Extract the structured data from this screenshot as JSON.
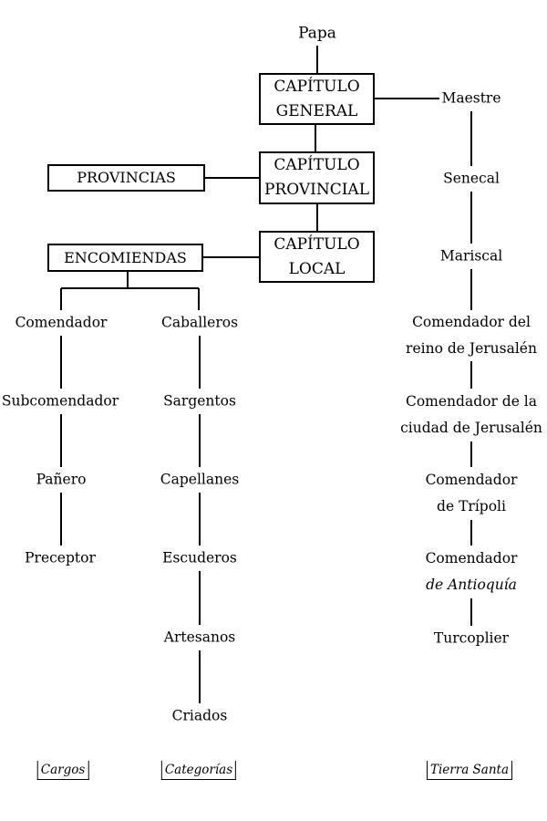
{
  "top": "Papa",
  "boxes": {
    "capitulo_general": [
      "CAPÍTULO",
      "GENERAL"
    ],
    "capitulo_provincial": [
      "CAPÍTULO",
      "PROVINCIAL"
    ],
    "capitulo_local": [
      "CAPÍTULO",
      "LOCAL"
    ],
    "provincias": "PROVINCIAS",
    "encomiendas": "ENCOMIENDAS"
  },
  "cargos": [
    "Comendador",
    "Subcomendador",
    "Pañero",
    "Preceptor"
  ],
  "categorias": [
    "Caballeros",
    "Sargentos",
    "Capellanes",
    "Escuderos",
    "Artesanos",
    "Criados"
  ],
  "tierra_santa": {
    "maestre": "Maestre",
    "senecal": "Senecal",
    "mariscal": "Mariscal",
    "comendador_reino": [
      "Comendador del",
      "reino de Jerusalén"
    ],
    "comendador_ciudad": [
      "Comendador de la",
      "ciudad de Jerusalén"
    ],
    "comendador_tripoli": [
      "Comendador",
      "de Trípoli"
    ],
    "comendador_antioquia": [
      "Comendador",
      "de Antioquía"
    ],
    "turcoplier": "Turcoplier"
  },
  "legend": {
    "cargos": "Cargos",
    "categorias": "Categorías",
    "tierra_santa": "Tierra Santa"
  }
}
